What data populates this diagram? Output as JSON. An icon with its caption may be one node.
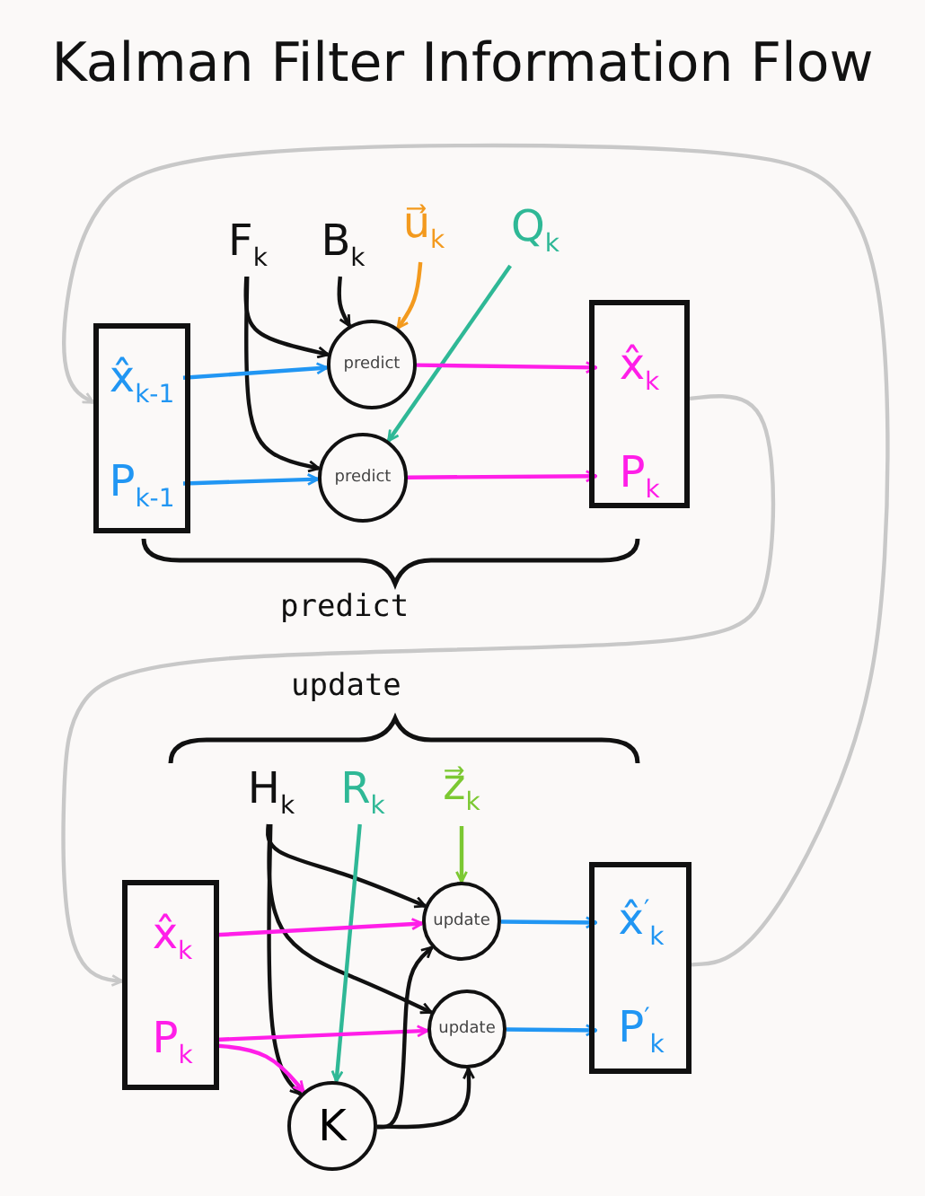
{
  "diagram": {
    "title": "Kalman Filter Information Flow",
    "nodes": [
      {
        "text": [],
        "shape": "box"
      },
      {
        "text": [
          "x̂$_{k-1}$"
        ],
        "in": 0
      },
      {
        "text": [
          "P$_{k-1}$"
        ],
        "in": 0
      },
      {
        "text": [
          "F$_{k}$"
        ]
      },
      {
        "text": [
          "B$_{k}$"
        ]
      },
      {
        "text": [
          "u⃗$_{k}$"
        ]
      },
      {
        "text": [
          "Q$_{k}$"
        ]
      },
      {
        "text": [
          "predict"
        ]
      },
      {
        "text": [
          "predict"
        ]
      },
      {
        "text": [],
        "shape": "box"
      },
      {
        "text": [
          "x̂$_{k}$"
        ],
        "in": 9
      },
      {
        "text": [
          "P$_{k}$"
        ],
        "in": 9
      },
      {
        "text": [],
        "shape": "box"
      },
      {
        "text": [
          "x̂$_{k}$"
        ],
        "in": 12
      },
      {
        "text": [
          "P$_{k}$"
        ],
        "in": 12
      },
      {
        "text": [
          "H$_{k}$"
        ]
      },
      {
        "text": [
          "R$_{k}$"
        ]
      },
      {
        "text": [
          "z⃗$_{k}$"
        ]
      },
      {
        "text": [
          "update"
        ]
      },
      {
        "text": [
          "update"
        ]
      },
      {
        "text": [
          "K"
        ]
      },
      {
        "text": [],
        "shape": "box"
      },
      {
        "text": [
          "x̂$^{′}$$_{k}$"
        ],
        "in": 21
      },
      {
        "text": [
          "P$^{′}$$_{k}$"
        ],
        "in": 21
      }
    ],
    "edges": [
      {
        "from": 3,
        "to": 7,
        "arrow": "to"
      },
      {
        "from": 3,
        "to": 8,
        "arrow": "to"
      },
      {
        "from": 4,
        "to": 7,
        "arrow": "to"
      },
      {
        "from": 5,
        "to": 7,
        "arrow": "to",
        "color": "#f39a1e"
      },
      {
        "from": 6,
        "to": 8,
        "arrow": "to",
        "color": "#2fb896"
      },
      {
        "from": 1,
        "to": 7,
        "arrow": "to",
        "color": "#2196f3"
      },
      {
        "from": 2,
        "to": 8,
        "arrow": "to",
        "color": "#2196f3"
      },
      {
        "from": 7,
        "to": 10,
        "arrow": "to",
        "color": "#ff1ee8"
      },
      {
        "from": 8,
        "to": 11,
        "arrow": "to",
        "color": "#ff1ee8"
      },
      {
        "from": 9,
        "to": 12,
        "arrow": "to",
        "color": "#c8c8c8"
      },
      {
        "from": 21,
        "to": 0,
        "arrow": "to",
        "color": "#c8c8c8"
      },
      {
        "from": 15,
        "to": 18,
        "arrow": "to"
      },
      {
        "from": 15,
        "to": 19,
        "arrow": "to"
      },
      {
        "from": 15,
        "to": 20,
        "arrow": "to"
      },
      {
        "from": 16,
        "to": 20,
        "arrow": "to",
        "color": "#2fb896"
      },
      {
        "from": 17,
        "to": 18,
        "arrow": "to",
        "color": "#7cc832"
      },
      {
        "from": 13,
        "to": 18,
        "arrow": "to",
        "color": "#ff1ee8"
      },
      {
        "from": 14,
        "to": 19,
        "arrow": "to",
        "color": "#ff1ee8"
      },
      {
        "from": 14,
        "to": 20,
        "arrow": "to",
        "color": "#ff1ee8"
      },
      {
        "from": 20,
        "to": 18,
        "arrow": "to"
      },
      {
        "from": 20,
        "to": 19,
        "arrow": "to"
      },
      {
        "from": 18,
        "to": 22,
        "arrow": "to",
        "color": "#2196f3"
      },
      {
        "from": 19,
        "to": 23,
        "arrow": "to",
        "color": "#2196f3"
      }
    ],
    "labels": [
      "predict",
      "update"
    ]
  }
}
